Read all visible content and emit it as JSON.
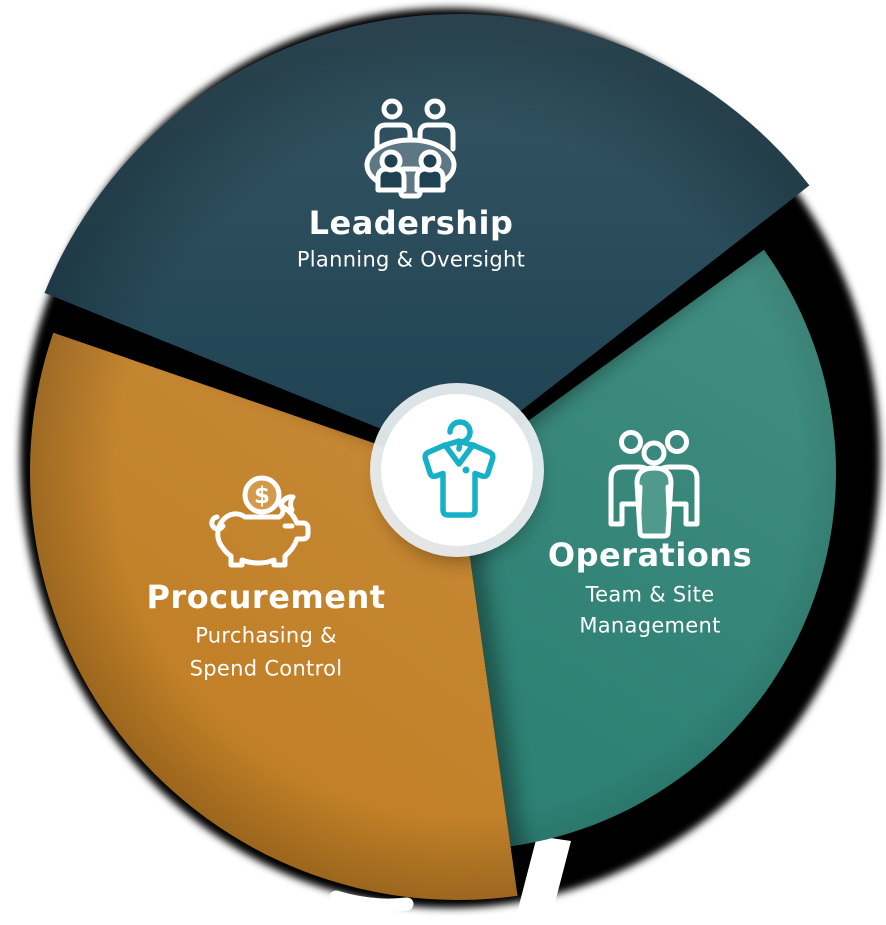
{
  "diagram": {
    "type": "segmented-circle-infographic",
    "center": {
      "icon": "tshirt-hanger-icon",
      "icon_color": "#17b1c7",
      "background": "#ffffff",
      "halo_color": "#e8edf0"
    },
    "colors": {
      "shadow": "#000000",
      "icon_stroke": "#ffffff",
      "leadership_table_fill": "#5d7884",
      "operations_person_fill": "#4f9a8c",
      "procurement_coin_fill": "#d49a4c"
    },
    "coin_symbol": "$",
    "segments": [
      {
        "id": "leadership",
        "title": "Leadership",
        "subtitle_lines": [
          "Planning & Oversight"
        ],
        "color": "#1e4252",
        "icon": "meeting-table-icon"
      },
      {
        "id": "operations",
        "title": "Operations",
        "subtitle_lines": [
          "Team & Site",
          "Management"
        ],
        "color": "#2e8174",
        "icon": "team-group-icon"
      },
      {
        "id": "procurement",
        "title": "Procurement",
        "subtitle_lines": [
          "Purchasing &",
          "Spend Control"
        ],
        "color": "#c07d22",
        "icon": "piggy-bank-icon"
      }
    ]
  }
}
